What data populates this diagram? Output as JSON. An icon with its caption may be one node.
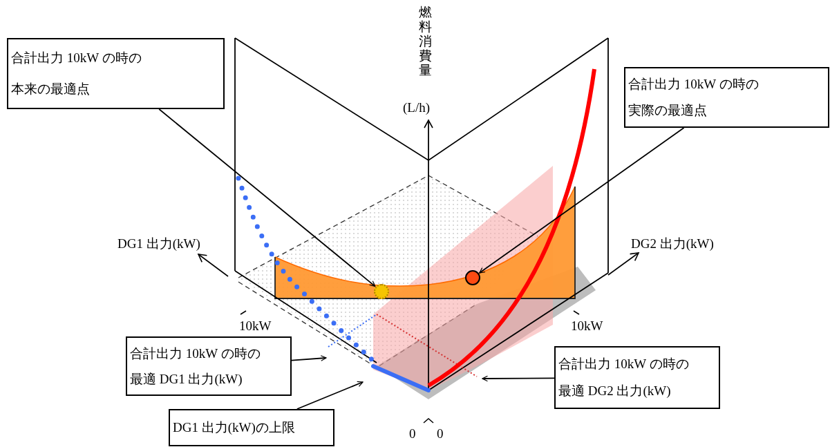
{
  "diagram": {
    "nodes": [
      {
        "text": [
          "合計出力 10kW の時の",
          "本来の最適点"
        ]
      },
      {
        "text": [
          "合計出力 10kW の時の",
          "実際の最適点"
        ]
      },
      {
        "text": [
          "合計出力 10kW の時の",
          "最適 DG1 出力(kW)"
        ]
      },
      {
        "text": [
          "DG1 出力(kW)の上限"
        ]
      },
      {
        "text": [
          "合計出力 10kW の時の",
          "最適 DG2 出力(kW)"
        ]
      },
      {
        "text": [],
        "shape": "circle"
      },
      {
        "text": [],
        "shape": "circle"
      }
    ],
    "edges": [
      {
        "from": 0,
        "to": 5,
        "arrow": "to"
      },
      {
        "from": 1,
        "to": 6,
        "arrow": "to"
      },
      {
        "from": 2,
        "to": null,
        "arrow": "to"
      },
      {
        "from": 3,
        "to": null,
        "arrow": "to"
      },
      {
        "from": 4,
        "to": null,
        "arrow": "to"
      }
    ],
    "labels": [
      "燃料消費量",
      "(L/h)",
      "DG1 出力(kW)",
      "DG2 出力(kW)",
      "10kW",
      "10kW",
      "0",
      "0"
    ]
  }
}
